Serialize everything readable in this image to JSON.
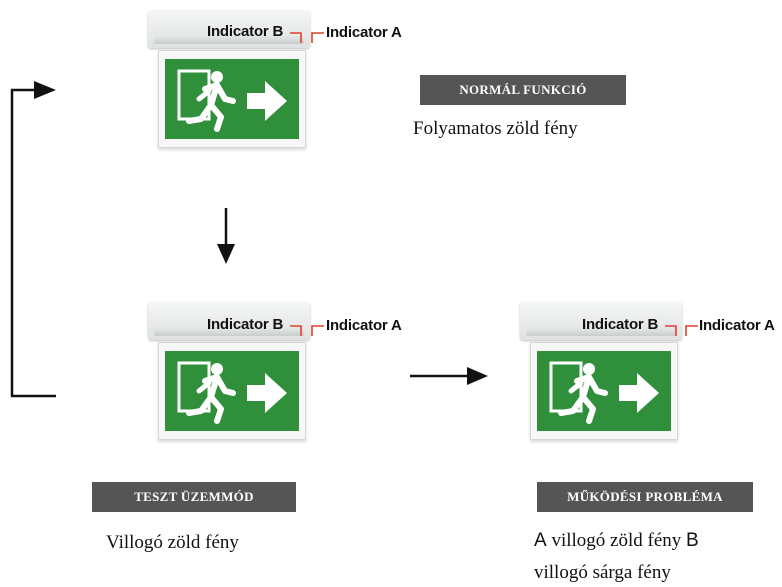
{
  "indicator_b": "Indicator B",
  "indicator_a": "Indicator A",
  "normal": {
    "badge": "NORMÁL FUNKCIÓ",
    "description": "Folyamatos zöld fény"
  },
  "test": {
    "badge": "TESZT ÜZEMMÓD",
    "description": "Villogó zöld fény"
  },
  "fault": {
    "badge": "MŰKÖDÉSI PROBLÉMA",
    "desc_a_letter": "A",
    "desc_line1": " villogó zöld fény ",
    "desc_b_letter": "B",
    "desc_line2": "villogó sárga fény"
  },
  "colors": {
    "sign_green": "#2f8f3b",
    "badge_bg": "#555555",
    "indicator_mark": "#e0402a"
  },
  "icons": [
    "running-man-icon",
    "right-arrow-icon",
    "down-arrow-icon",
    "right-flow-arrow-icon",
    "loop-back-arrow-icon"
  ]
}
